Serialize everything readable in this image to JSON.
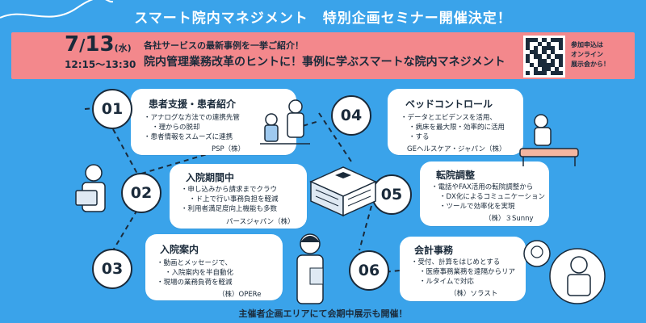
{
  "header": {
    "title": "スマート院内マネジメント　特別企画セミナー開催決定！"
  },
  "event": {
    "date_month": "7",
    "date_slash": "/",
    "date_day": "13",
    "date_weekday": "(水)",
    "time": "12:15〜13:30",
    "subtitle_small": "各社サービスの最新事例を一挙ご紹介！",
    "subtitle_main": "院内管理業務改革のヒントに！事例に学ぶスマートな院内マネジメント",
    "qr_note_line1": "参加申込は",
    "qr_note_line2": "オンライン",
    "qr_note_line3": "展示会から！"
  },
  "sessions": [
    {
      "num": "01",
      "title": "患者支援・患者紹介",
      "bullets": [
        "アナログな方法での連携先管",
        "理からの脱却",
        "患者情報をスムーズに連携"
      ],
      "company": "PSP（株）"
    },
    {
      "num": "02",
      "title": "入院期間中",
      "bullets": [
        "申し込みから請求までクラウ",
        "ド上で行い事務負担を軽減",
        "利用者満足度向上機能も多数"
      ],
      "company": "パースジャパン（株）"
    },
    {
      "num": "03",
      "title": "入院案内",
      "bullets": [
        "動画とメッセージで、",
        "入院案内を半自動化",
        "現場の業務負荷を軽減"
      ],
      "company": "（株）OPERe"
    },
    {
      "num": "04",
      "title": "ベッドコントロール",
      "bullets": [
        "データとエビデンスを活用、",
        "病床を最大限・効率的に活用",
        "する"
      ],
      "company": "GEヘルスケア・ジャパン（株）"
    },
    {
      "num": "05",
      "title": "転院調整",
      "bullets": [
        "電話やFAX活用の転院調整から",
        "DX化によるコミュニケーション",
        "ツールで効率化を実現"
      ],
      "company": "（株）３Sunny"
    },
    {
      "num": "06",
      "title": "会計事務",
      "bullets": [
        "受付、計算をはじめとする",
        "医療事務業務を遠隔からリア",
        "ルタイムで対応"
      ],
      "company": "（株）ソラスト"
    }
  ],
  "footer": {
    "text": "主催者企画エリアにて会期中展示も開催！"
  },
  "colors": {
    "background": "#3aa3ea",
    "band": "#f3888c",
    "ink": "#1a2a3a",
    "card": "#ffffff"
  }
}
